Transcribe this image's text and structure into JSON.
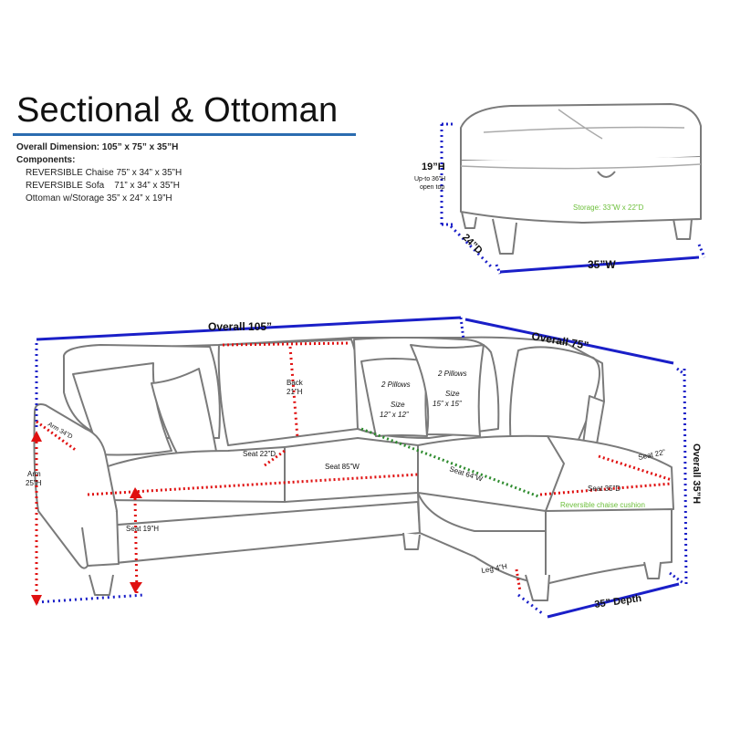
{
  "title": "Sectional & Ottoman",
  "specs": {
    "overall": "Overall Dimension: 105” x 75” x 35”H",
    "components_heading": "Components:",
    "items": [
      "REVERSIBLE Chaise 75” x 34” x 35”H",
      "REVERSIBLE Sofa    71” x 34” x 35”H",
      "Ottoman w/Storage 35” x 24” x 19”H"
    ]
  },
  "ottoman": {
    "height": "19”H",
    "height_note_1": "Up-to 36”H",
    "height_note_2": "open top",
    "depth": "24”D",
    "width": "35”W",
    "storage": "Storage: 33”W x 22”D"
  },
  "sectional": {
    "overall_width": "Overall  105”",
    "overall_depth": "Overall  75”",
    "overall_height": "Overall  35”H",
    "back": "Back",
    "back_h": "21”H",
    "arm_d": "Arm 34”D",
    "arm_h": "Arm",
    "arm_h2": "25”H",
    "seat_d": "Seat  22”D",
    "seat_w": "Seat  85”W",
    "seat_h": "Seat 19”H",
    "seat_64": "Seat 64”W",
    "seat_22": "Seat 22”",
    "seat_35d": "Seat 35”D",
    "pillows_a": "2 Pillows",
    "size_a": "Size",
    "size_a_val": "12” x 12”",
    "pillows_b": "2 Pillows",
    "size_b": "Size",
    "size_b_val": "15” x 15”",
    "chaise_cushion": "Reversible chaise cushion",
    "leg": "Leg 4”H",
    "depth": "35” Depth"
  },
  "colors": {
    "outline": "#7a7a7a",
    "dim_blue": "#1a1fc8",
    "dim_red": "#e01010",
    "dim_green": "#2e8b2e",
    "label_green": "#6cbf3a",
    "title_rule": "#2b6cb0"
  }
}
